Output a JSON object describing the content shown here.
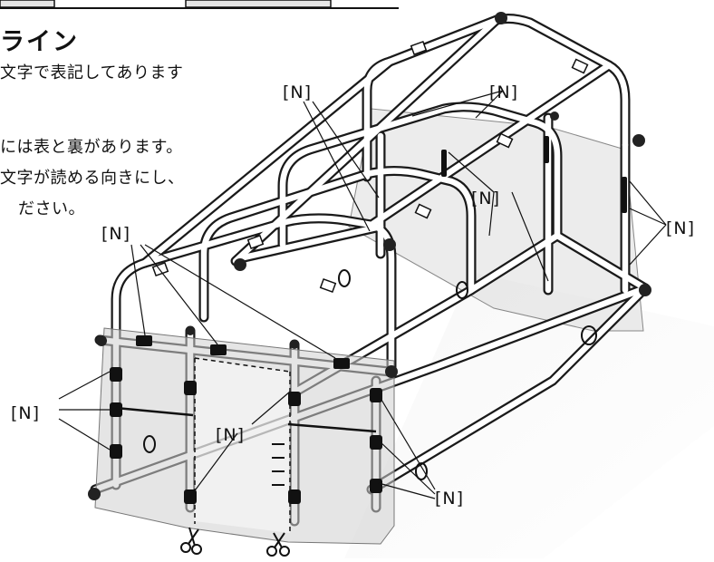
{
  "text": {
    "heading": "ライン",
    "lines": [
      "文字で表記してあります",
      "には表と裏があります。",
      "文字が読める向きにし、",
      "ださい。"
    ]
  },
  "callouts": [
    "[N]",
    "[N]",
    "[N]",
    "[N]",
    "[N]",
    "[N]",
    "[N]",
    "[N]"
  ],
  "colors": {
    "frame_stroke": "#1a1a1a",
    "frame_fill": "#ffffff",
    "cover": "#d9d9d9",
    "tape": "#111111"
  },
  "icons": [
    "scissors-icon",
    "scissors-icon"
  ]
}
